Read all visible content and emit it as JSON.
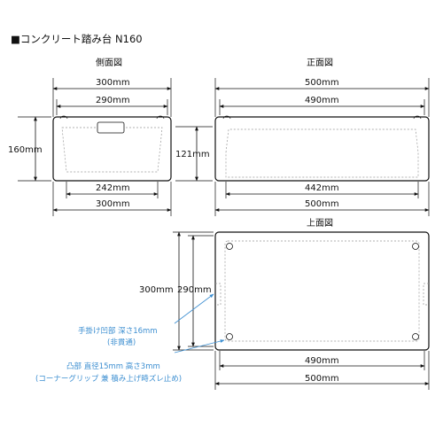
{
  "title": "■コンクリート踏み台 N160",
  "views": {
    "side": "側面図",
    "front": "正面図",
    "top": "上面図"
  },
  "dimensions": {
    "side_overall_top": "300mm",
    "side_inner_top": "290mm",
    "side_height": "160mm",
    "side_base_inner": "242mm",
    "side_overall_bottom": "300mm",
    "front_overall_top": "500mm",
    "front_inner_top": "490mm",
    "front_height": "121mm",
    "front_base_inner": "442mm",
    "front_overall_bottom": "500mm",
    "top_depth": "300mm",
    "top_inner_depth": "290mm",
    "top_inner_width": "490mm",
    "top_overall_width": "500mm"
  },
  "notes": {
    "hand_grip_line1": "手掛け凹部 深さ16mm",
    "hand_grip_line2": "(非貫通)",
    "bump_line1": "凸部 直径15mm 高さ3mm",
    "bump_line2": "(コーナーグリップ 兼 積み上げ時ズレ止め)"
  },
  "colors": {
    "outline": "#111111",
    "dashed": "#999999",
    "annotation": "#3d8fd1"
  }
}
